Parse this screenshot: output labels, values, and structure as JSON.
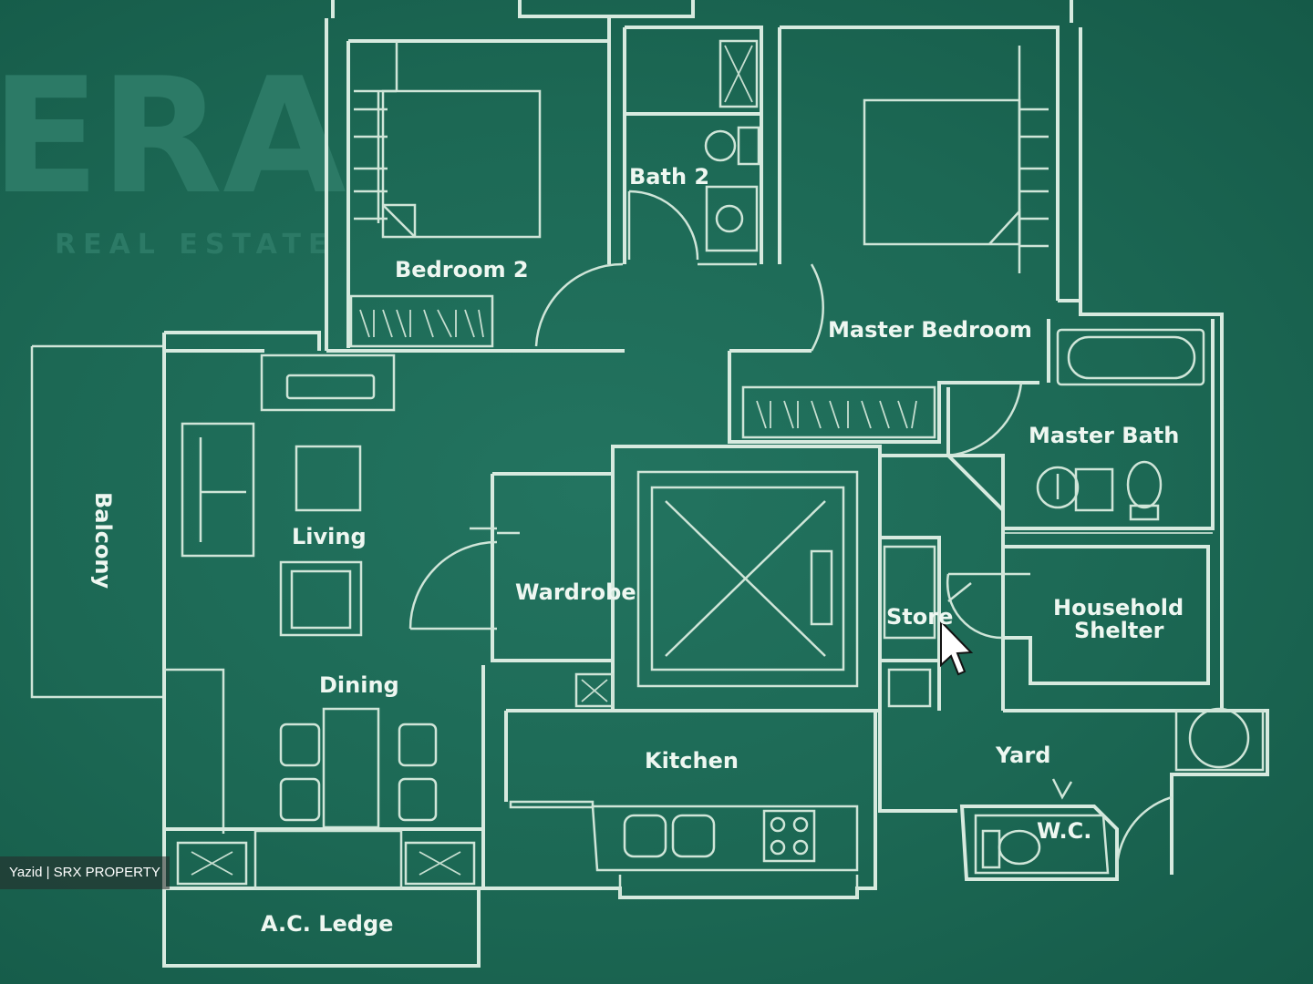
{
  "watermark": {
    "text": "ERA",
    "subtext": "REAL ESTATE"
  },
  "rooms": {
    "bedroom2": "Bedroom 2",
    "bath2": "Bath 2",
    "master_bedroom": "Master Bedroom",
    "master_bath": "Master Bath",
    "living": "Living",
    "dining": "Dining",
    "kitchen": "Kitchen",
    "store": "Store",
    "household_shelter_line1": "Household",
    "household_shelter_line2": "Shelter",
    "yard": "Yard",
    "wc": "W.C.",
    "ac_ledge": "A.C. Ledge",
    "balcony": "Balcony",
    "wardrobe": "Wardrobe"
  },
  "credit": "Yazid | SRX PROPERTY"
}
